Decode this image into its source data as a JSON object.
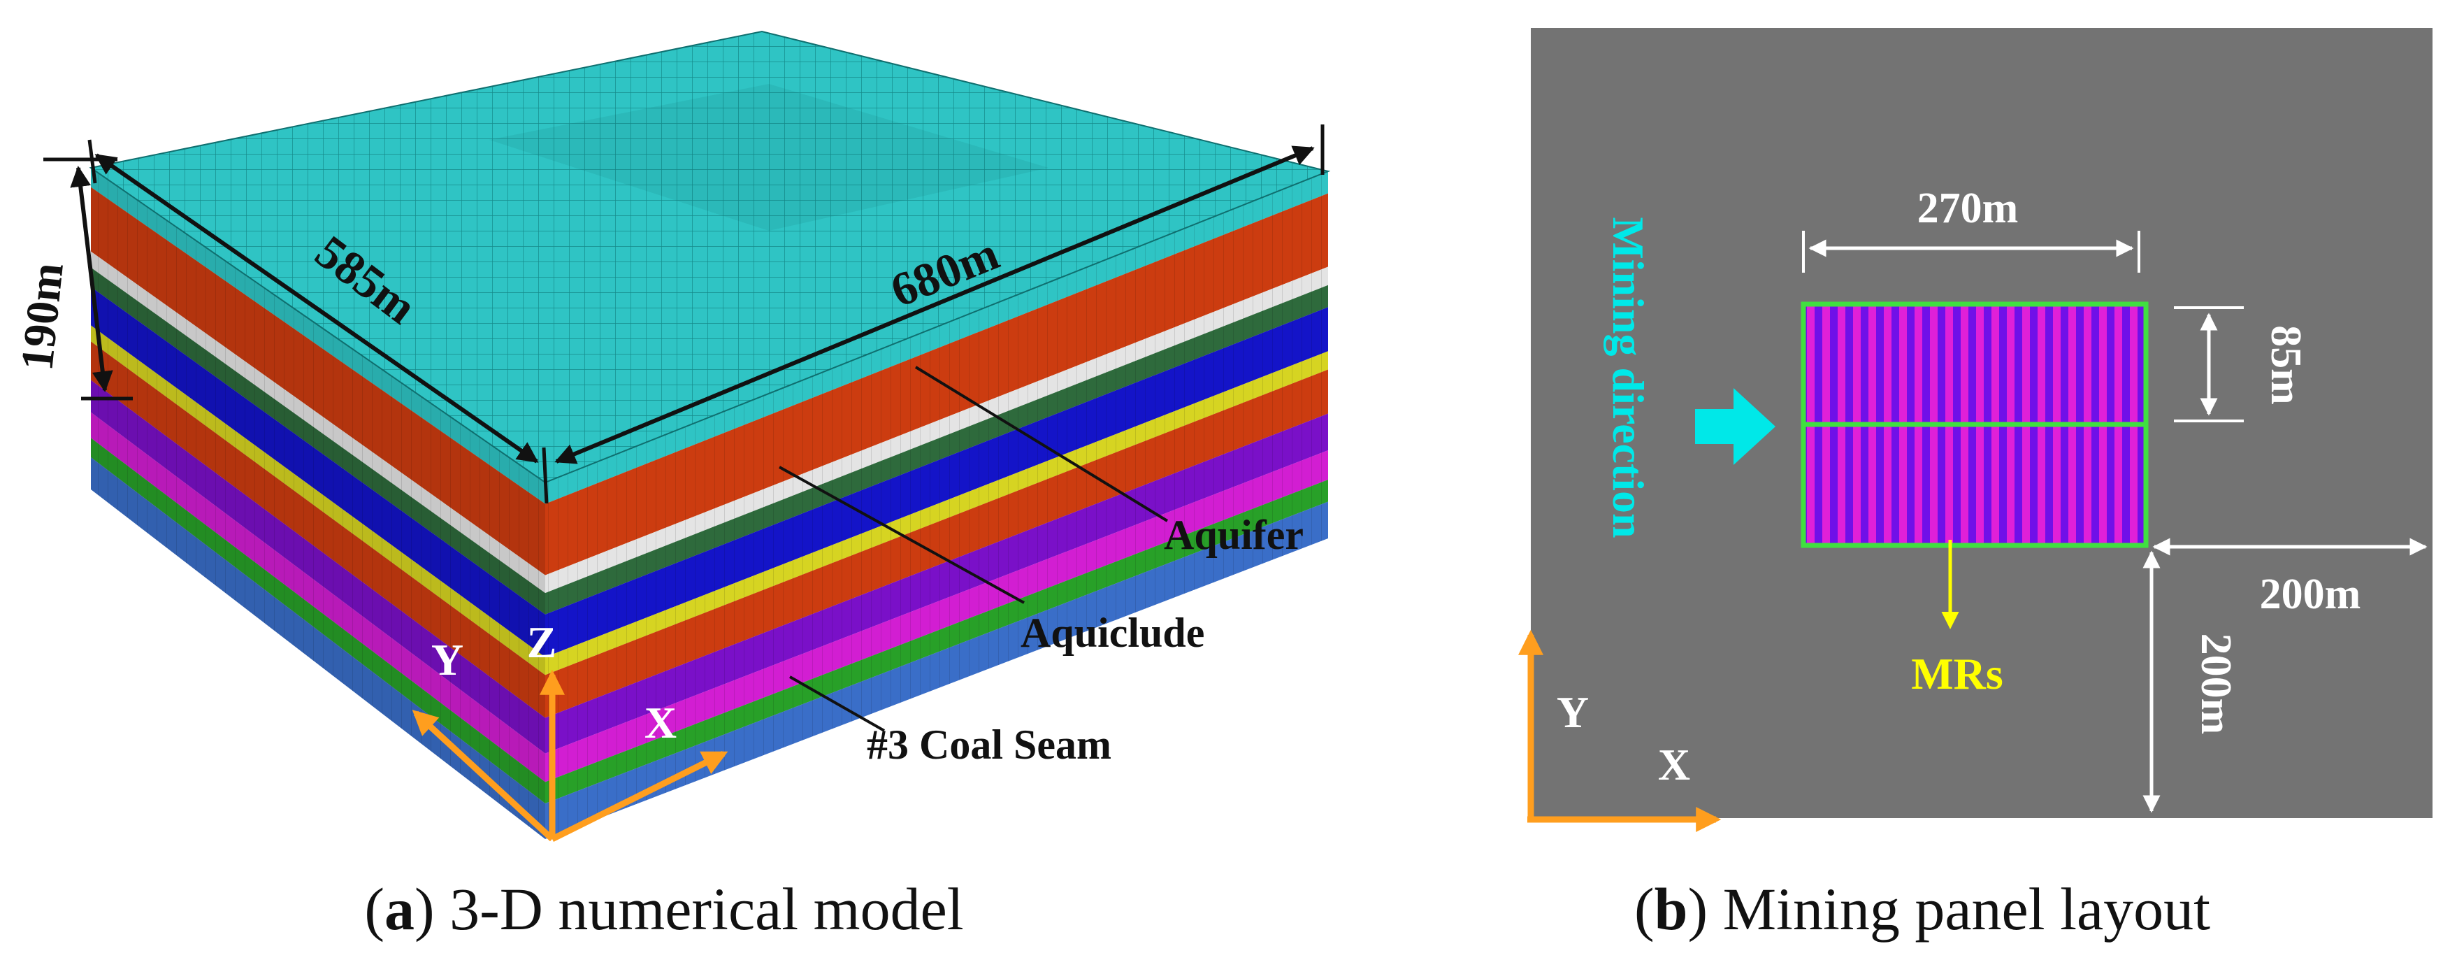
{
  "panel_a": {
    "dimensions": {
      "height": "190m",
      "depth": "585m",
      "width": "680m"
    },
    "layer_labels": {
      "aquifer": "Aquifer",
      "aquiclude": "Aquiclude",
      "coal_seam": "#3 Coal Seam"
    },
    "axes": {
      "x": "X",
      "y": "Y",
      "z": "Z"
    },
    "caption": {
      "letter": "a",
      "text": " 3-D numerical model"
    },
    "layers": [
      {
        "name": "top",
        "color": "#2fc4c4"
      },
      {
        "name": "red-1",
        "color": "#cc3c10"
      },
      {
        "name": "white",
        "color": "#e4e4e4"
      },
      {
        "name": "dark-green",
        "color": "#2e6a3c"
      },
      {
        "name": "blue",
        "color": "#1414c8"
      },
      {
        "name": "yellow",
        "color": "#d6d422"
      },
      {
        "name": "red-2",
        "color": "#cc3c10"
      },
      {
        "name": "purple",
        "color": "#7a10c8"
      },
      {
        "name": "magenta",
        "color": "#d21ed2"
      },
      {
        "name": "green",
        "color": "#28a028"
      },
      {
        "name": "steel-blue",
        "color": "#3a6ec8"
      }
    ]
  },
  "panel_b": {
    "labels": {
      "mining_direction": "Mining direction",
      "panel_length": "270m",
      "panel_width": "85m",
      "margin_x": "200m",
      "margin_y": "200m",
      "mrs": "MRs"
    },
    "axes": {
      "x": "X",
      "y": "Y"
    },
    "caption": {
      "letter": "b",
      "text": " Mining panel layout"
    },
    "colors": {
      "background": "#737373",
      "panel_stripe_a": "#7010e8",
      "panel_stripe_b": "#e020d8",
      "panel_border": "#40e040",
      "mining_direction": "#00e8e8",
      "mrs": "#ffff00",
      "axis": "#ff9e1e"
    }
  }
}
